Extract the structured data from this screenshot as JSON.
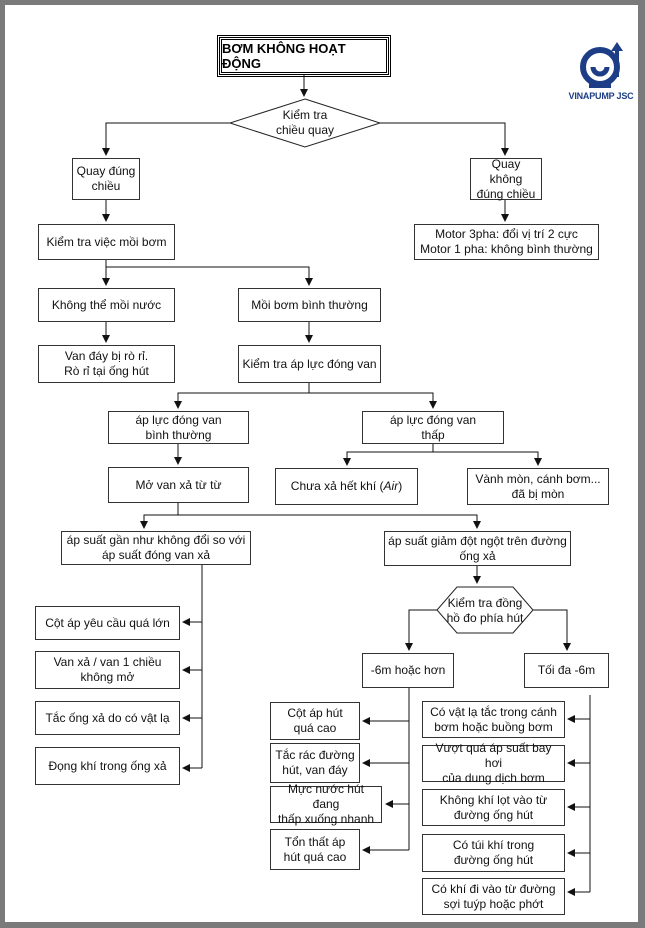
{
  "title": "BƠM KHÔNG HOẠT ĐỘNG",
  "logo": {
    "text": "VINAPUMP JSC",
    "color": "#1d3e86"
  },
  "decisions": {
    "direction": "Kiểm tra\nchiều quay",
    "gauge": "Kiểm tra đồng\nhồ đo phía hút"
  },
  "nodes": {
    "correct_dir": "Quay đúng\nchiều",
    "wrong_dir": "Quay không\nđúng chiều",
    "motor_fix": "Motor 3pha: đổi vị trí 2 cực\nMotor 1 pha: không bình thường",
    "check_priming": "Kiểm tra việc mồi bơm",
    "cannot_prime": "Không thể mồi nước",
    "prime_ok": "Mồi bơm bình thường",
    "foot_valve": "Van đáy bị rò rỉ.\nRò rỉ tại ống hút",
    "check_pressure": "Kiểm tra áp lực đóng van",
    "pressure_normal": "áp lực đóng van\nbình thường",
    "pressure_low": "áp lực đóng van\nthấp",
    "open_slowly": "Mở van xả từ từ",
    "air_not_vented": "Chưa xả hết khí (",
    "air_not_vented_em": "Air",
    "air_not_vented_end": ")",
    "worn_ring": "Vành mòn, cánh bơm...\nđã bị mòn",
    "pressure_same": "áp suất gần như không đổi so với\náp suất đóng van xả",
    "pressure_drop": "áp suất giảm đột ngột trên đường\nống xả",
    "head_too_high": "Cột áp yêu cầu quá lớn",
    "check_valve": "Van xả / van 1 chiều\nkhông mở",
    "discharge_clog": "Tắc ống xả do có vật lạ",
    "air_in_discharge": "Đọng khí trong ống xả",
    "six_or_more": "-6m hoặc hơn",
    "max_six": "Tối đa -6m",
    "suction_head_high": "Cột áp hút\nquá cao",
    "suction_clog": "Tắc rác đường\nhút, van đáy",
    "water_drop": "Mực nước hút đang\nthấp xuống nhanh",
    "suction_loss": "Tổn thất áp\nhút quá cao",
    "impeller_clog": "Có vật lạ tắc trong cánh\nbơm hoặc buồng bơm",
    "vapor_pressure": "Vượt quá áp suất bay hơi\ncủa dung dịch bơm",
    "air_leak": "Không khí lọt vào từ\nđường ống hút",
    "air_pocket": "Có túi khí trong\nđường ống hút",
    "seal_air": "Có khí đi vào từ đường\nsợi tuýp hoặc phớt"
  }
}
